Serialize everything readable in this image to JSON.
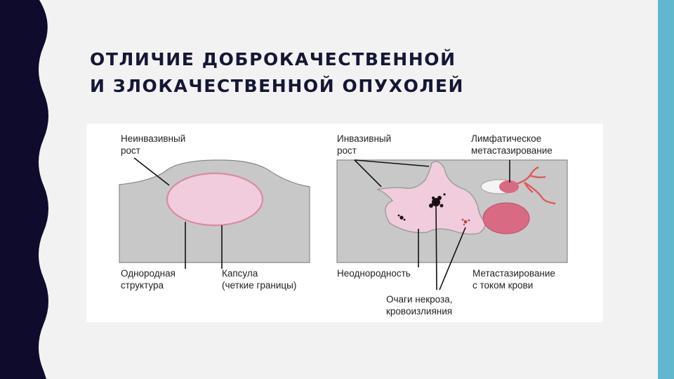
{
  "title": {
    "line1": "ОТЛИЧИЕ ДОБРОКАЧЕСТВЕННОЙ",
    "line2": "И ЗЛОКАЧЕСТВЕННОЙ ОПУХОЛЕЙ"
  },
  "colors": {
    "left_wave": "#0e0b2c",
    "right_band": "#62b7cf",
    "tissue_gray": "#c8c8c8",
    "tumor_pink": "#f1ccdc",
    "capsule_border": "#d88aa8",
    "vessel_red": "#e05a5a",
    "metastasis_fill": "#d96a84"
  },
  "benign": {
    "label_noninvasive": [
      "Неинвазивный",
      "рост"
    ],
    "label_homogeneous": [
      "Однородная",
      "структура"
    ],
    "label_capsule": [
      "Капсула",
      "(четкие границы)"
    ]
  },
  "malignant": {
    "label_invasive": [
      "Инвазивный",
      "рост"
    ],
    "label_lymphatic": [
      "Лимфатическое",
      "метастазирование"
    ],
    "label_heterogeneity": [
      "Неоднородность"
    ],
    "label_necrosis": [
      "Очаги некроза,",
      "кровоизлияния"
    ],
    "label_blood": [
      "Метастазирование",
      "с током крови"
    ]
  }
}
